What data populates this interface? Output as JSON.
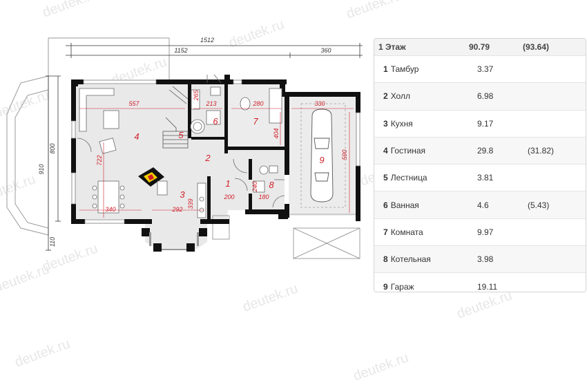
{
  "watermark": "deutek.ru",
  "plan": {
    "dims": {
      "total_width": "1512",
      "left_width": "1152",
      "right_width": "360",
      "height_total": "910",
      "height_main": "800",
      "height_bay": "110"
    },
    "room_dims": [
      {
        "id": "d557",
        "text": "557"
      },
      {
        "id": "d265",
        "text": "265"
      },
      {
        "id": "d213",
        "text": "213"
      },
      {
        "id": "d280",
        "text": "280"
      },
      {
        "id": "d330",
        "text": "330"
      },
      {
        "id": "d404",
        "text": "404"
      },
      {
        "id": "d590",
        "text": "590"
      },
      {
        "id": "d722",
        "text": "722"
      },
      {
        "id": "d340",
        "text": "340"
      },
      {
        "id": "d292",
        "text": "292"
      },
      {
        "id": "d339",
        "text": "339"
      },
      {
        "id": "d200",
        "text": "200"
      },
      {
        "id": "d240",
        "text": "240"
      },
      {
        "id": "d180",
        "text": "180"
      }
    ],
    "room_numbers": [
      "1",
      "2",
      "3",
      "4",
      "5",
      "6",
      "7",
      "8",
      "9"
    ]
  },
  "table": {
    "header": {
      "name": "1 Этаж",
      "area": "90.79",
      "full": "(93.64)"
    },
    "rows": [
      {
        "num": "1",
        "name": "Тамбур",
        "area": "3.37",
        "full": ""
      },
      {
        "num": "2",
        "name": "Холл",
        "area": "6.98",
        "full": ""
      },
      {
        "num": "3",
        "name": "Кухня",
        "area": "9.17",
        "full": ""
      },
      {
        "num": "4",
        "name": "Гостиная",
        "area": "29.8",
        "full": "(31.82)"
      },
      {
        "num": "5",
        "name": "Лестница",
        "area": "3.81",
        "full": ""
      },
      {
        "num": "6",
        "name": "Ванная",
        "area": "4.6",
        "full": "(5.43)"
      },
      {
        "num": "7",
        "name": "Комната",
        "area": "9.97",
        "full": ""
      },
      {
        "num": "8",
        "name": "Котельная",
        "area": "3.98",
        "full": ""
      },
      {
        "num": "9",
        "name": "Гараж",
        "area": "19.11",
        "full": ""
      }
    ]
  }
}
